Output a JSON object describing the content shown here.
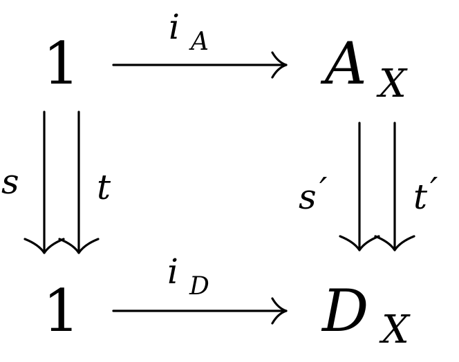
{
  "objects": {
    "top_left": {
      "main": "1",
      "sub": ""
    },
    "top_right": {
      "main": "A",
      "sub": "X"
    },
    "bottom_left": {
      "main": "1",
      "sub": ""
    },
    "bottom_right": {
      "main": "D",
      "sub": "X"
    }
  },
  "arrows": {
    "top": {
      "main": "i",
      "sub": "A"
    },
    "bottom": {
      "main": "i",
      "sub": "D"
    },
    "left_first": {
      "main": "s",
      "prime": ""
    },
    "left_second": {
      "main": "t",
      "prime": ""
    },
    "right_first": {
      "main": "s",
      "prime": "′"
    },
    "right_second": {
      "main": "t",
      "prime": "′"
    }
  }
}
